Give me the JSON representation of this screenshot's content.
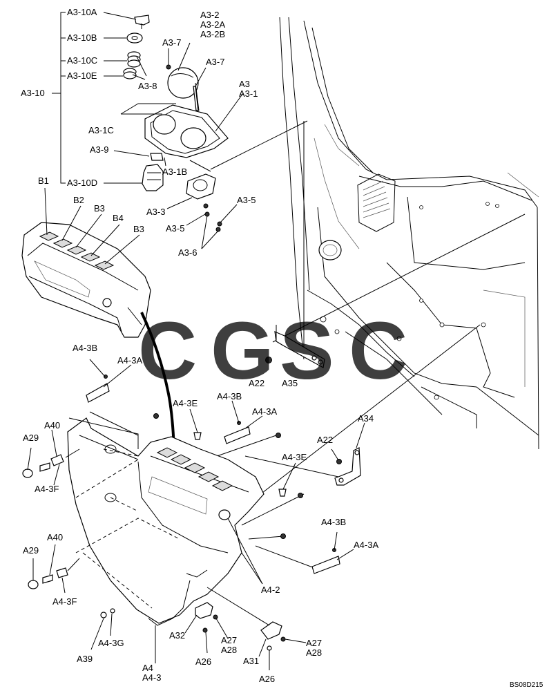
{
  "drawing_code": "BS08D215",
  "watermark": {
    "text": "CGSC",
    "colors": [
      "#5b8ff9",
      "#f08070",
      "#f5c542",
      "#4fae7b"
    ]
  },
  "labels": {
    "a3_10a": "A3-10A",
    "a3_10b": "A3-10B",
    "a3_10c": "A3-10C",
    "a3_10e": "A3-10E",
    "a3_10": "A3-10",
    "a3_10d": "A3-10D",
    "a3_8": "A3-8",
    "a3_7_top": "A3-7",
    "a3_7_right": "A3-7",
    "a3_2": "A3-2",
    "a3_2a": "A3-2A",
    "a3_2b": "A3-2B",
    "a3": "A3",
    "a3_1": "A3-1",
    "a3_1c": "A3-1C",
    "a3_9": "A3-9",
    "a3_1b": "A3-1B",
    "a3_3": "A3-3",
    "a3_5_right": "A3-5",
    "a3_5_left": "A3-5",
    "a3_6": "A3-6",
    "b1": "B1",
    "b2": "B2",
    "b3_top": "B3",
    "b4": "B4",
    "b3_right": "B3",
    "a4_3b_top": "A4-3B",
    "a4_3a_top": "A4-3A",
    "a4_3e_top": "A4-3E",
    "a4_3b_mid": "A4-3B",
    "a4_3a_mid": "A4-3A",
    "a22_top": "A22",
    "a35": "A35",
    "a34": "A34",
    "a22_mid": "A22",
    "a40_top": "A40",
    "a29_top": "A29",
    "a4_3f_top": "A4-3F",
    "a4_3e_mid": "A4-3E",
    "a4_3b_right": "A4-3B",
    "a4_3a_right": "A4-3A",
    "a40_bot": "A40",
    "a29_bot": "A29",
    "a4_3f_bot": "A4-3F",
    "a4_2": "A4-2",
    "a39": "A39",
    "a4_3g": "A4-3G",
    "a32": "A32",
    "a27_left": "A27",
    "a28_left": "A28",
    "a26_left": "A26",
    "a27_right": "A27",
    "a28_right": "A28",
    "a31": "A31",
    "a26_right": "A26",
    "a4": "A4",
    "a4_3": "A4-3"
  }
}
